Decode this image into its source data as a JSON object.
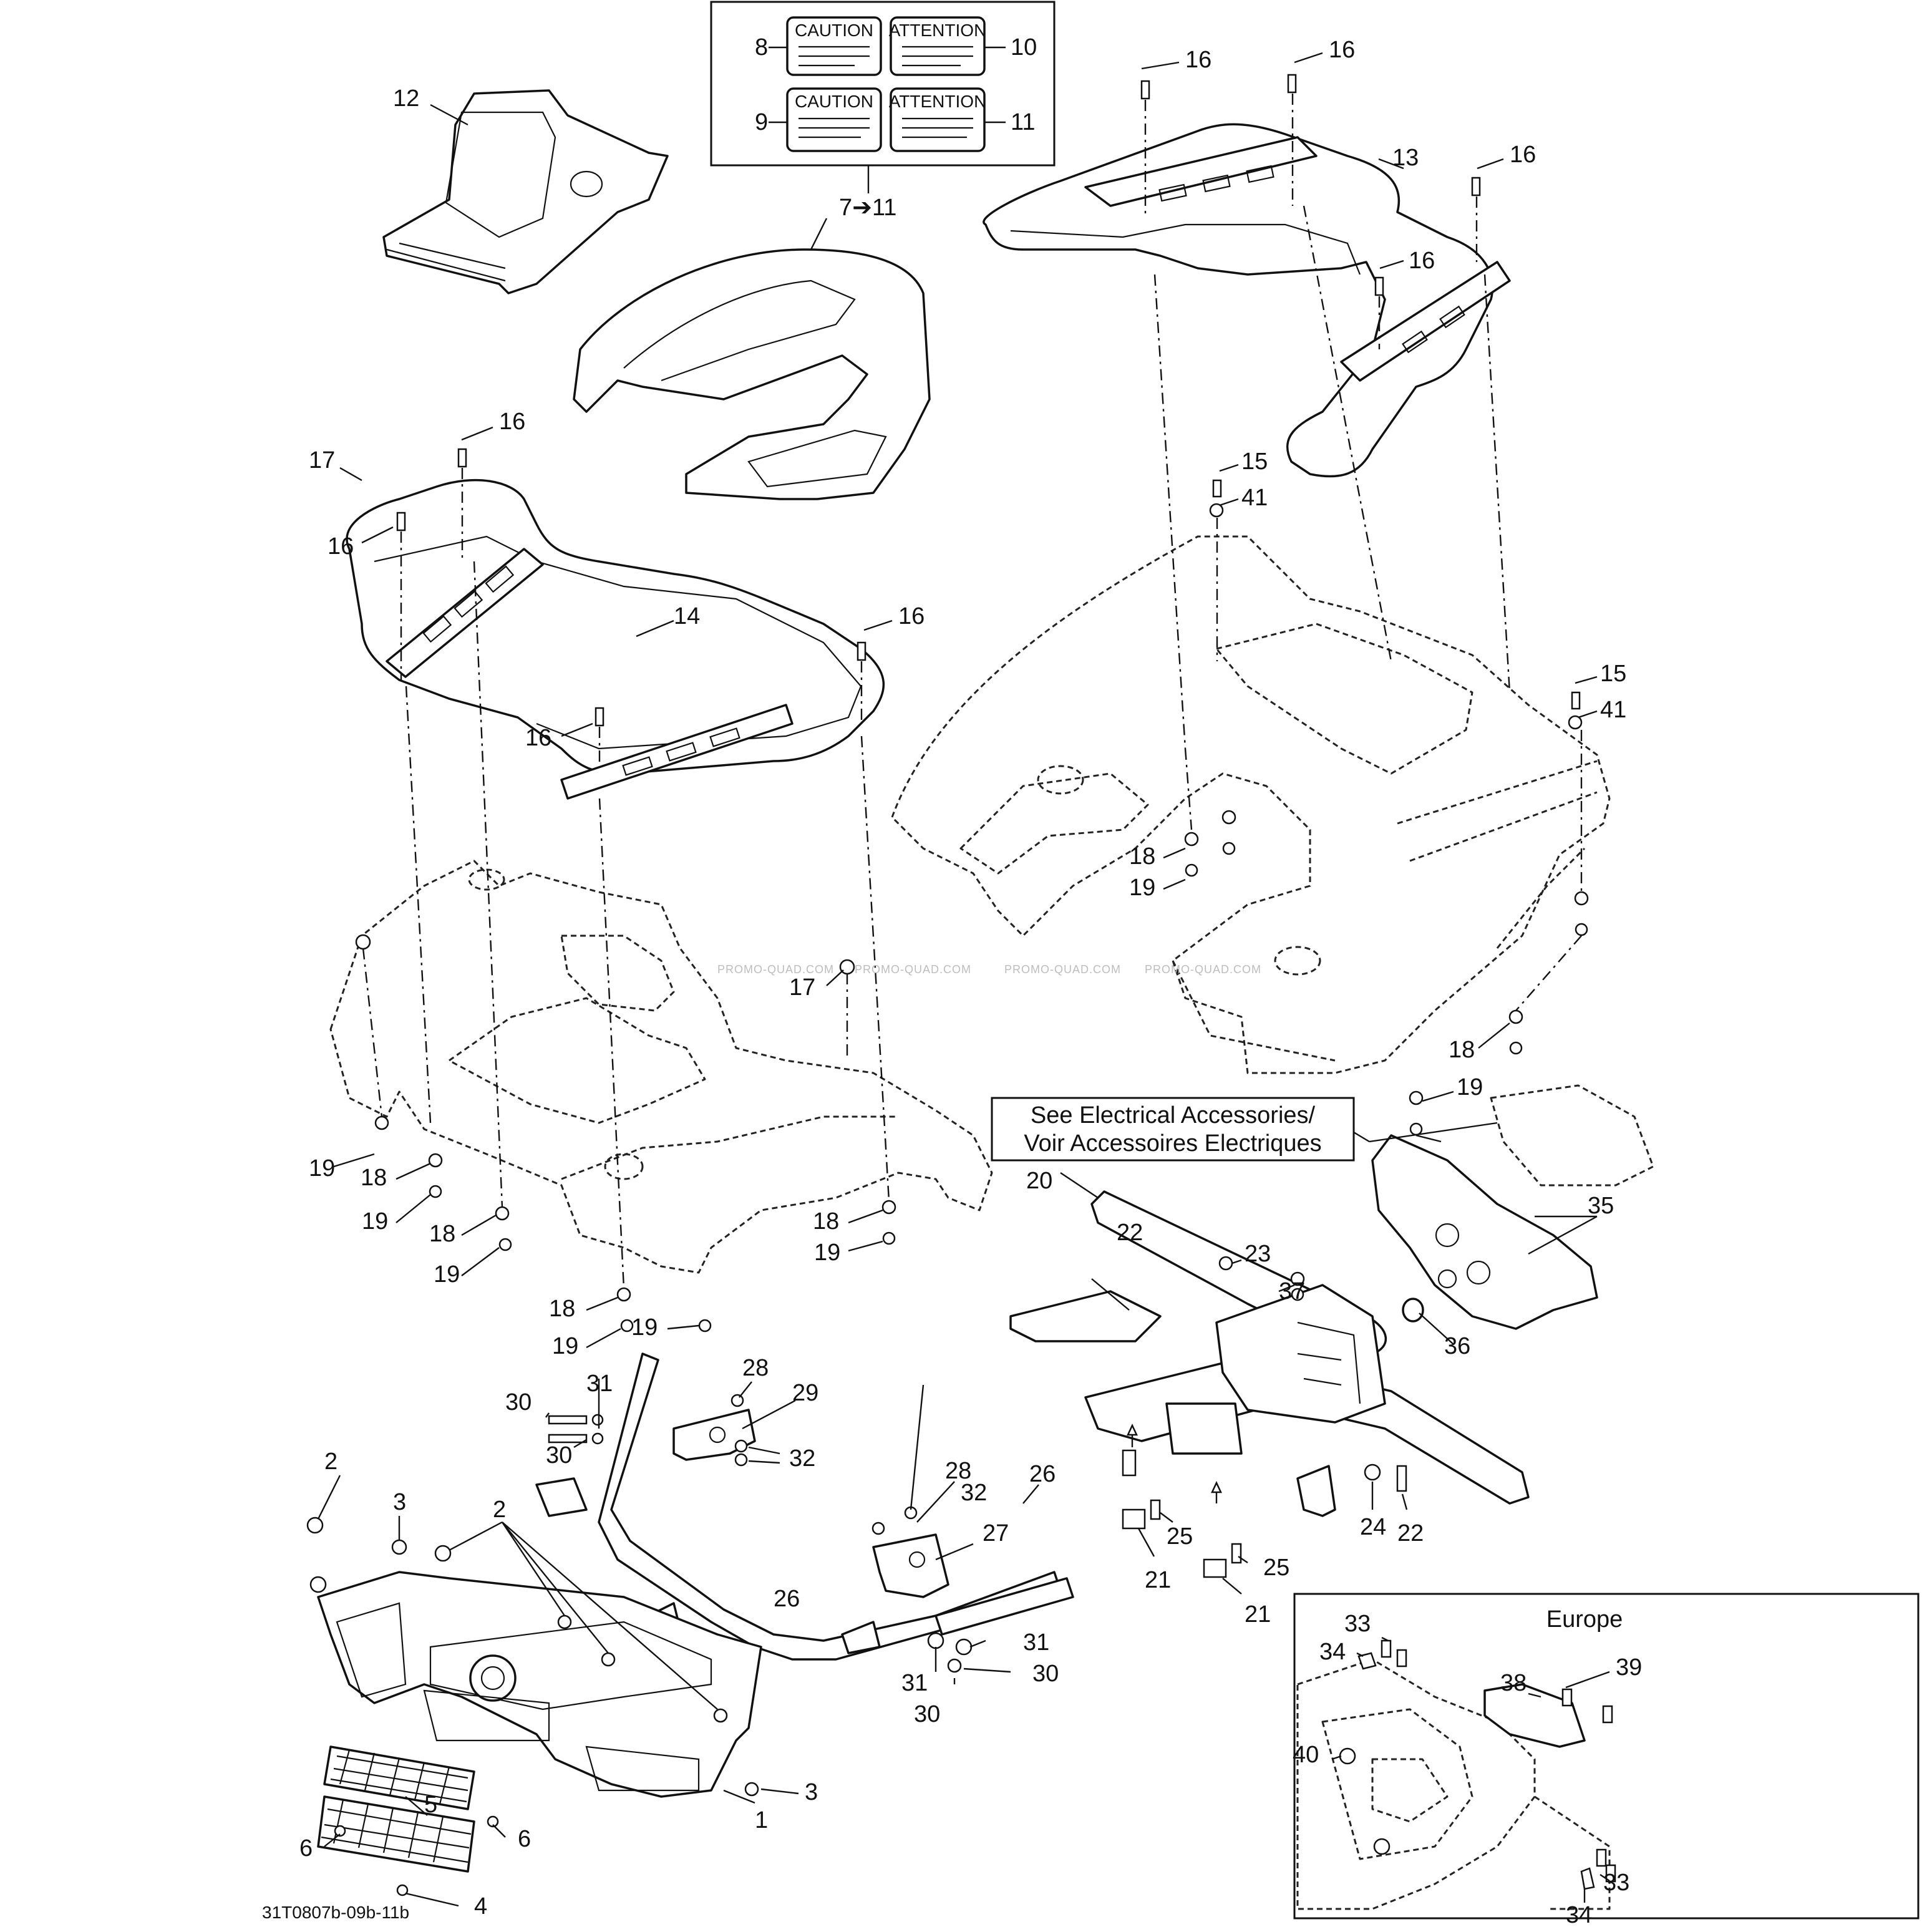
{
  "diagram": {
    "drawing_number": "31T0807b-09b-11b",
    "watermark": "PROMO-QUAD.COM",
    "callouts": {
      "c1": "1",
      "c2": "2",
      "c3": "3",
      "c4": "4",
      "c5": "5",
      "c6": "6",
      "c7to11": "7➔11",
      "c8": "8",
      "c9": "9",
      "c10": "10",
      "c11": "11",
      "c12": "12",
      "c13": "13",
      "c14": "14",
      "c15": "15",
      "c16": "16",
      "c17": "17",
      "c18": "18",
      "c19": "19",
      "c20": "20",
      "c21": "21",
      "c22": "22",
      "c23": "23",
      "c24": "24",
      "c25": "25",
      "c26": "26",
      "c27": "27",
      "c28": "28",
      "c29": "29",
      "c30": "30",
      "c31": "31",
      "c32": "32",
      "c33": "33",
      "c34": "34",
      "c35": "35",
      "c36": "36",
      "c37": "37",
      "c38": "38",
      "c39": "39",
      "c40": "40",
      "c41": "41"
    },
    "labels": {
      "caution": "CAUTION",
      "attention": "ATTENTION"
    },
    "note": {
      "line1": "See Electrical Accessories/",
      "line2": "Voir Accessoires Electriques"
    },
    "inset": {
      "title": "Europe"
    }
  }
}
